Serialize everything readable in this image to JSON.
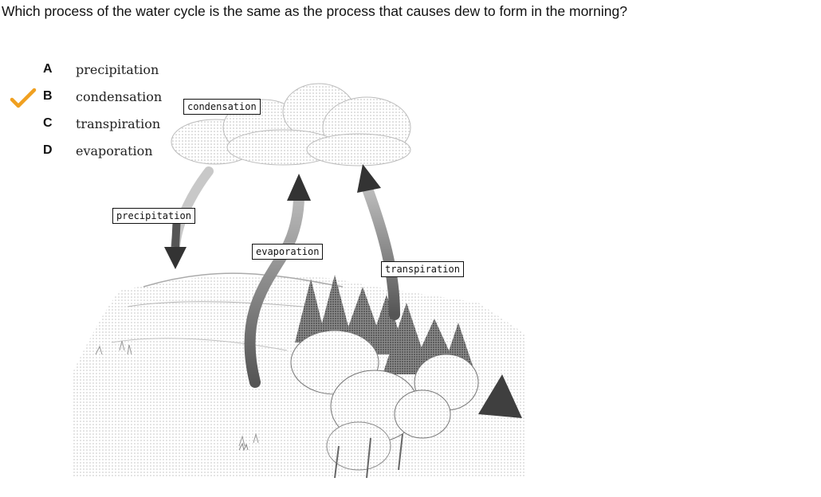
{
  "question": {
    "text": "Which process of the water cycle is the same as the process that causes dew to form in the morning?"
  },
  "options": [
    {
      "letter": "A",
      "text": "precipitation"
    },
    {
      "letter": "B",
      "text": "condensation"
    },
    {
      "letter": "C",
      "text": "transpiration"
    },
    {
      "letter": "D",
      "text": "evaporation"
    }
  ],
  "selected_option": "B",
  "colors": {
    "check": "#f0a020",
    "label_border": "#111111"
  },
  "diagram": {
    "labels": {
      "condensation": "condensation",
      "precipitation": "precipitation",
      "evaporation": "evaporation",
      "transpiration": "transpiration"
    }
  }
}
